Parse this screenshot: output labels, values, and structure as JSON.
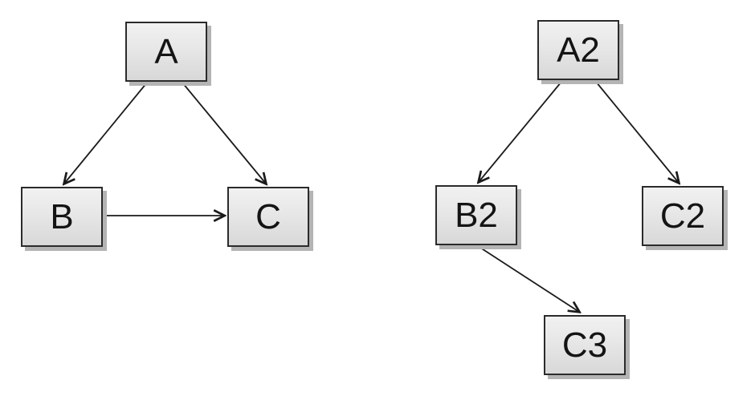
{
  "diagram": {
    "description": "Two directed graphs of gray rectangular nodes connected by arrows on a white background",
    "nodes": [
      {
        "id": "A",
        "label": "A"
      },
      {
        "id": "B",
        "label": "B"
      },
      {
        "id": "C",
        "label": "C"
      },
      {
        "id": "A2",
        "label": "A2"
      },
      {
        "id": "B2",
        "label": "B2"
      },
      {
        "id": "C2",
        "label": "C2"
      },
      {
        "id": "C3",
        "label": "C3"
      }
    ],
    "edges": [
      {
        "from": "A",
        "to": "B"
      },
      {
        "from": "A",
        "to": "C"
      },
      {
        "from": "B",
        "to": "C"
      },
      {
        "from": "A2",
        "to": "B2"
      },
      {
        "from": "A2",
        "to": "C2"
      },
      {
        "from": "B2",
        "to": "C3"
      }
    ],
    "colors": {
      "background": "#ffffff",
      "node_fill_top": "#f1f1f1",
      "node_fill_bottom": "#d8d8d8",
      "node_border": "#2b2b2b",
      "node_shadow": "#b4b4b4",
      "arrow": "#1a1a1a",
      "label_text": "#141414"
    }
  }
}
